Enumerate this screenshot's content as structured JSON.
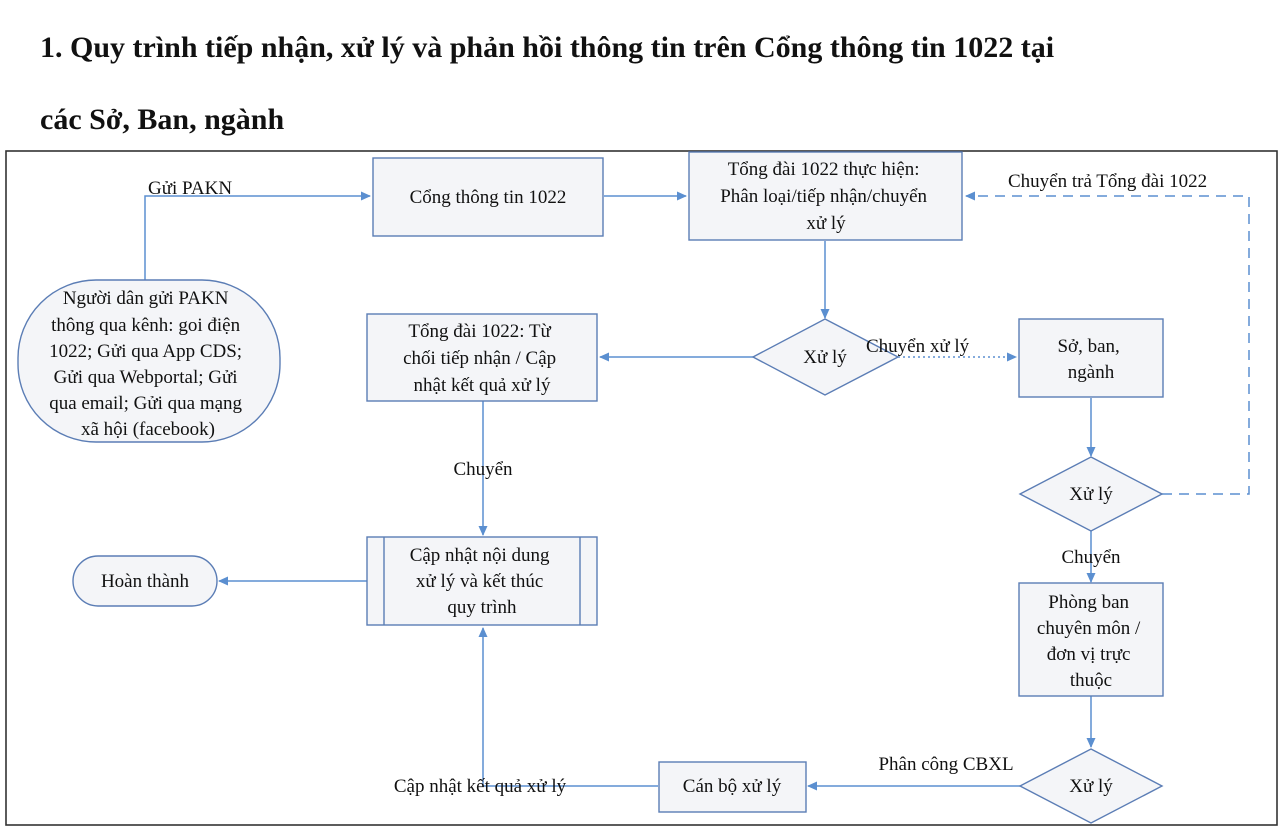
{
  "heading": {
    "line1": "1. Quy trình tiếp nhận, xử lý và phản hồi thông tin trên Cổng thông tin 1022 tại",
    "line2": "các Sở, Ban, ngành"
  },
  "nodes": {
    "citizen": [
      "Người dân gửi PAKN",
      "thông qua kênh: goi điện",
      "1022; Gửi qua App CDS;",
      "Gửi qua Webportal; Gửi",
      "qua email; Gửi qua mạng",
      "xã hội (facebook)"
    ],
    "portal": [
      "Cổng thông tin 1022"
    ],
    "switchboard": [
      "Tổng đài 1022 thực hiện:",
      "Phân loại/tiếp nhận/chuyển",
      "xử lý"
    ],
    "decision1": [
      "Xử lý"
    ],
    "reject": [
      "Tổng đài 1022: Từ",
      "chối tiếp nhận / Cập",
      "nhật kết quả xử lý"
    ],
    "department": [
      "Sở, ban,",
      "ngành"
    ],
    "decision2": [
      "Xử lý"
    ],
    "update_end": [
      "Cập nhật nội dung",
      "xử lý và kết thúc",
      "quy trình"
    ],
    "done": [
      "Hoàn thành"
    ],
    "specialized": [
      "Phòng ban",
      "chuyên môn /",
      "đơn vị trực",
      "thuộc"
    ],
    "decision3": [
      "Xử lý"
    ],
    "officer": [
      "Cán bộ xử lý"
    ]
  },
  "edge_labels": {
    "send": "Gửi PAKN",
    "return": "Chuyển trả Tổng đài 1022",
    "forward_process": "Chuyển xử lý",
    "forward1": "Chuyển",
    "forward2": "Chuyển",
    "assign": "Phân công CBXL",
    "update_result": "Cập nhật kết quả xử lý"
  }
}
